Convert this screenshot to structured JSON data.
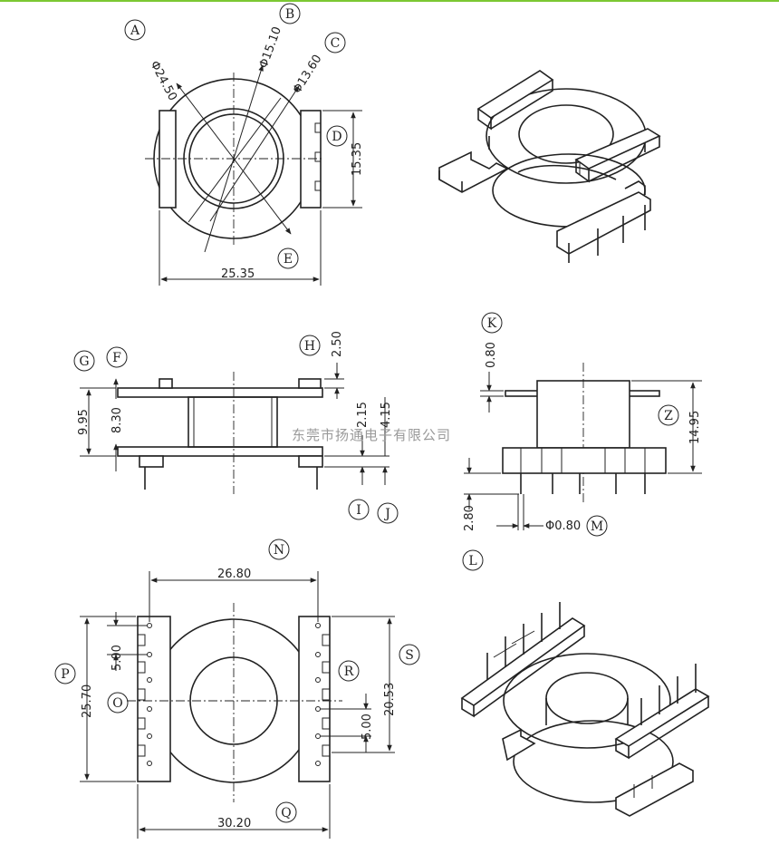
{
  "watermark": "东莞市扬通电子有限公司",
  "callouts": [
    "A",
    "B",
    "C",
    "D",
    "E",
    "F",
    "G",
    "H",
    "I",
    "J",
    "K",
    "L",
    "M",
    "N",
    "O",
    "P",
    "Q",
    "R",
    "S",
    "Z"
  ],
  "dims": {
    "top_d1": "Φ24.50",
    "top_d2": "Φ15.10",
    "top_d3": "Φ13.60",
    "top_h": "15.35",
    "top_w": "25.35",
    "side_g": "9.95",
    "side_f": "8.30",
    "side_h": "2.50",
    "side_i": "2.15",
    "side_j": "4.15",
    "front_k": "0.80",
    "front_z": "14.95",
    "front_l": "2.80",
    "front_m": "Φ0.80",
    "bot_n": "26.80",
    "bot_o": "5.00",
    "bot_p": "25.70",
    "bot_q": "30.20",
    "bot_r": "5.00",
    "bot_s": "20.53"
  }
}
